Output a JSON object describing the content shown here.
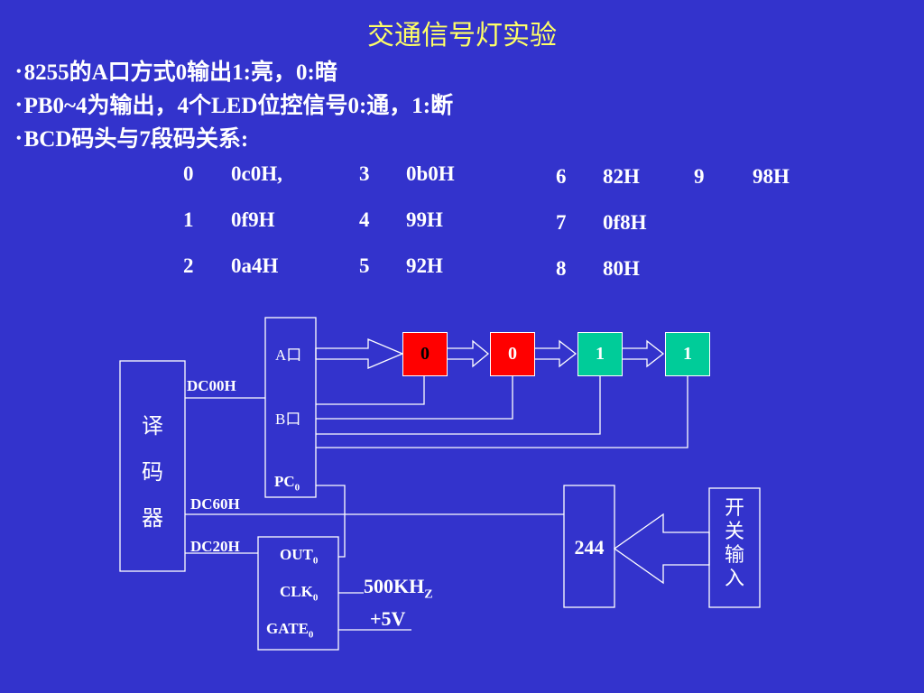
{
  "slide": {
    "title": "交通信号灯实验",
    "bullets": [
      "8255的A口方式0输出1:亮，0:暗",
      "PB0~4为输出，4个LED位控信号0:通，1:断",
      "BCD码头与7段码关系:"
    ]
  },
  "bcd_table": [
    {
      "digit": "0",
      "code": "0c0H,"
    },
    {
      "digit": "1",
      "code": "0f9H"
    },
    {
      "digit": "2",
      "code": "0a4H"
    },
    {
      "digit": "3",
      "code": "0b0H"
    },
    {
      "digit": "4",
      "code": "99H"
    },
    {
      "digit": "5",
      "code": "92H"
    },
    {
      "digit": "6",
      "code": "82H"
    },
    {
      "digit": "7",
      "code": "0f8H"
    },
    {
      "digit": "8",
      "code": "80H"
    },
    {
      "digit": "9",
      "code": "98H"
    }
  ],
  "diagram": {
    "decoder": {
      "label": [
        "译",
        "码",
        "器"
      ]
    },
    "ppi_ports": {
      "a": "A口",
      "b": "B口",
      "pc": "PC",
      "pc_sub": "0"
    },
    "timer_pins": {
      "out": "OUT",
      "out_sub": "0",
      "clk": "CLK",
      "clk_sub": "0",
      "gate": "GATE",
      "gate_sub": "0"
    },
    "addresses": {
      "ppi": "DC00H",
      "buffer": "DC60H",
      "timer": "DC20H"
    },
    "leds": [
      {
        "value": "0",
        "color": "#ff0000",
        "text_color": "#000000"
      },
      {
        "value": "0",
        "color": "#ff0000",
        "text_color": "#ffffff"
      },
      {
        "value": "1",
        "color": "#00cc99",
        "text_color": "#ffffff"
      },
      {
        "value": "1",
        "color": "#00cc99",
        "text_color": "#ffffff"
      }
    ],
    "buffer_chip": "244",
    "switch_input": [
      "开",
      "关",
      "输",
      "入"
    ],
    "clock": {
      "main": "500KH",
      "sub": "Z"
    },
    "power": "+5V"
  },
  "colors": {
    "background": "#3333cc",
    "title": "#ffff66",
    "line": "#ffffff"
  }
}
